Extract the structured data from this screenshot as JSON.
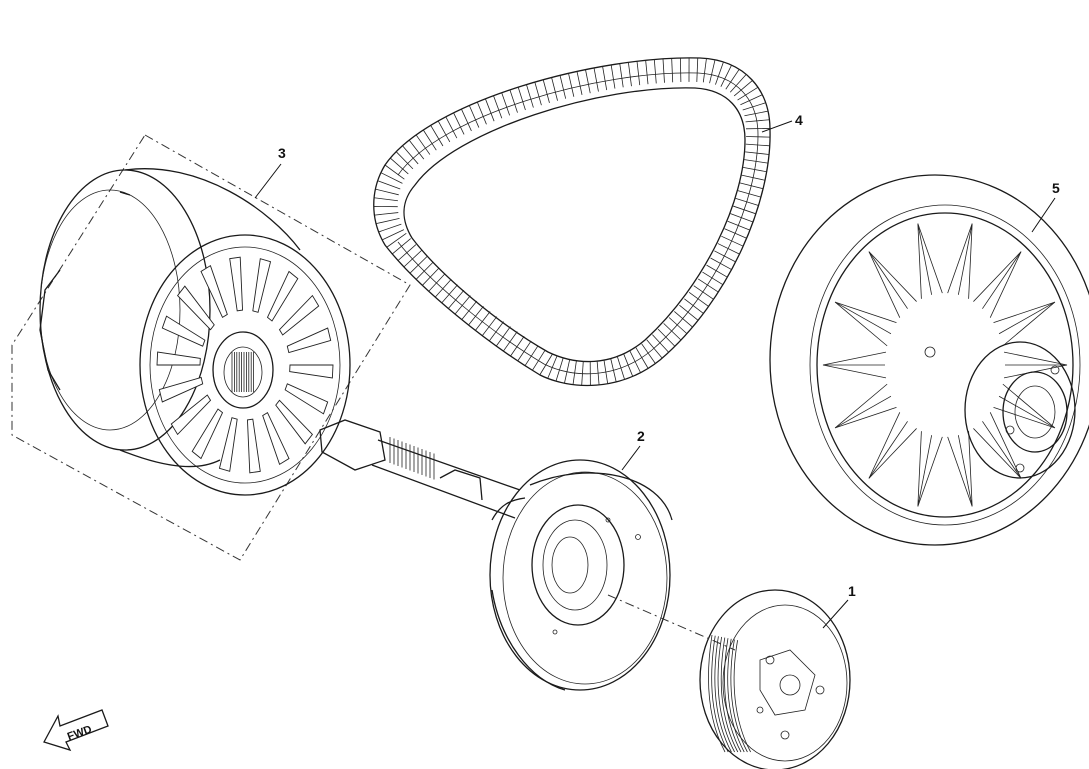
{
  "callouts": {
    "part1": "1",
    "part2": "2",
    "part3": "3",
    "part4": "4",
    "part5": "5"
  },
  "direction_marker": {
    "label": "FWD",
    "icon": "fwd-arrow-icon"
  }
}
